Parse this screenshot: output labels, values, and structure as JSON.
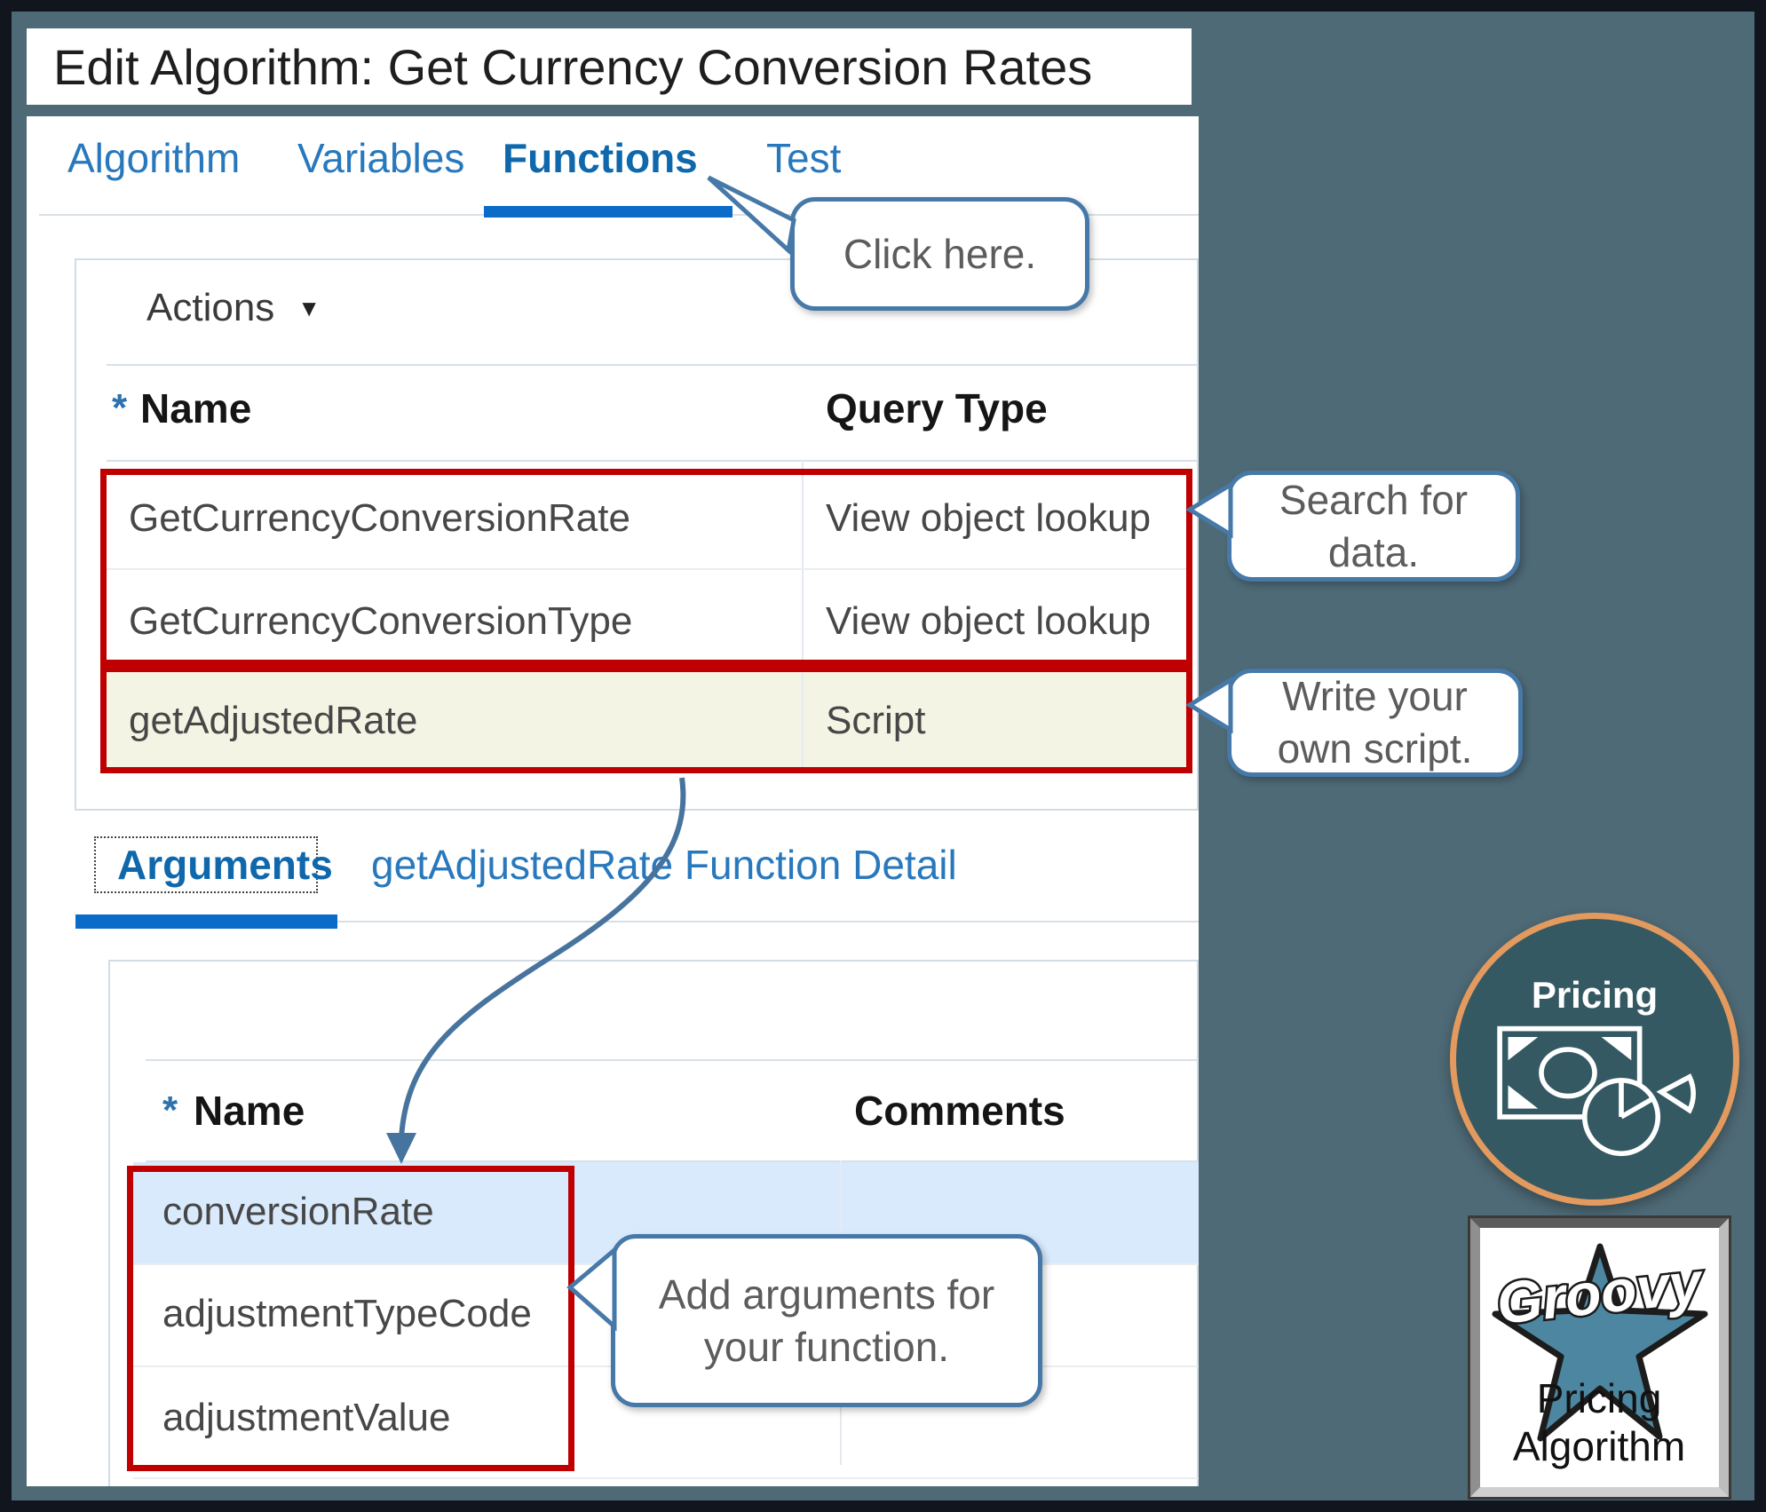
{
  "colors": {
    "teal_background": "#4e6a76",
    "frame": "#11151d",
    "red_box": "#c00000",
    "accent_blue": "#0a6cc8",
    "link_blue": "#2878bd",
    "active_tab_blue": "#0f68ac",
    "callout_border": "#4679a8",
    "selected_row_yellow": "#f4f4e4",
    "selected_row_blue": "#d8eafc",
    "badge_teal": "#355963",
    "badge_orange": "#e39a5e",
    "star_blue": "#4d86a0"
  },
  "title_bar": {
    "title": "Edit Algorithm: Get Currency Conversion Rates"
  },
  "window": {
    "tabs": [
      {
        "label": "Algorithm"
      },
      {
        "label": "Variables"
      },
      {
        "label": "Functions",
        "active": true
      },
      {
        "label": "Test"
      }
    ],
    "actions_menu": {
      "label": "Actions",
      "caret_glyph": "▼"
    },
    "functions_table": {
      "required_marker": "*",
      "columns": [
        "Name",
        "Query Type"
      ],
      "rows": [
        {
          "name": "GetCurrencyConversionRate",
          "query_type": "View object lookup"
        },
        {
          "name": "GetCurrencyConversionType",
          "query_type": "View object lookup"
        },
        {
          "name": "getAdjustedRate",
          "query_type": "Script",
          "highlighted": true
        }
      ]
    },
    "detail_tabs": [
      {
        "label": "Arguments",
        "active": true
      },
      {
        "label": "getAdjustedRate Function Detail"
      }
    ],
    "arguments_table": {
      "required_marker": "*",
      "columns": [
        "Name",
        "Comments"
      ],
      "rows": [
        {
          "name": "conversionRate",
          "comments": "",
          "selected": true
        },
        {
          "name": "adjustmentTypeCode",
          "comments": ""
        },
        {
          "name": "adjustmentValue",
          "comments": ""
        }
      ]
    }
  },
  "callouts": [
    {
      "lines": [
        "Click here."
      ]
    },
    {
      "lines": [
        "Search for",
        "data."
      ]
    },
    {
      "lines": [
        "Write your",
        "own script."
      ]
    },
    {
      "lines": [
        "Add arguments for",
        "your function."
      ]
    }
  ],
  "pricing_badge": {
    "label": "Pricing",
    "icon": "money-pie-chart-icon"
  },
  "groovy_badge": {
    "logo_text": "Groovy",
    "caption_lines": [
      "Pricing",
      "Algorithm"
    ]
  }
}
